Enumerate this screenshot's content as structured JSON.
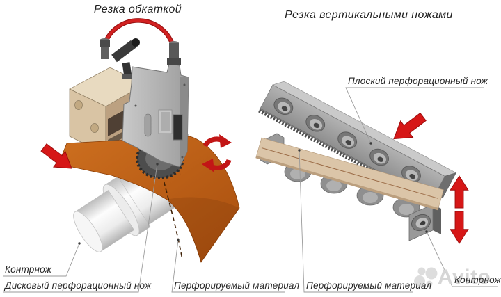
{
  "left_diagram": {
    "title": "Резка обкаткой",
    "labels": {
      "counter_knife": "Контрнож",
      "disc_knife": "Дисковый перфорационный нож",
      "material": "Перфорируемый материал"
    }
  },
  "right_diagram": {
    "title": "Резка вертикальными ножами",
    "labels": {
      "flat_knife": "Плоский перфорационный нож",
      "material": "Перфорируемый материал",
      "counter_knife": "Контрнож"
    }
  },
  "watermark": {
    "text": "Avito"
  },
  "colors": {
    "arrow_red": "#d61717",
    "tube_red": "#c81e1e",
    "material_orange": "#c2611a",
    "material_strip_beige": "#dbc5a8",
    "metal_gray": "#9a9a9a",
    "bracket_tan": "#d9c4a4",
    "line_gray": "#9a9a9a",
    "text_dark": "#272727",
    "background": "#ffffff"
  },
  "icons": {
    "left_feed_arrow": "block-arrow-down-right",
    "left_rotation_arrow": "circular-rotation-arrows",
    "right_press_arrow": "block-arrow-down-left",
    "right_up_arrow": "block-arrow-up",
    "right_down_arrow": "block-arrow-down"
  }
}
